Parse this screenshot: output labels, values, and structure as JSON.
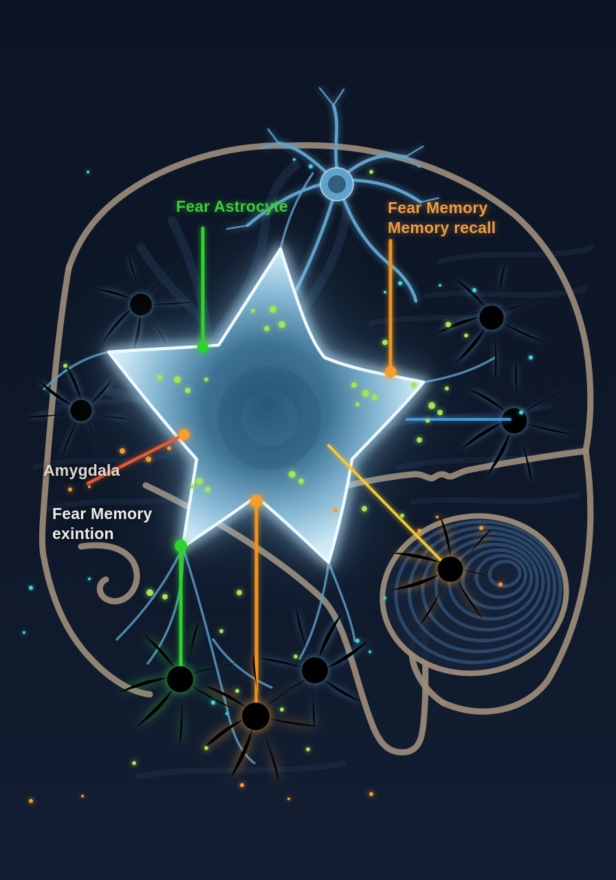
{
  "labels": {
    "fear_astrocyte": {
      "text": "Fear Astrocyte"
    },
    "fear_memory_recall": {
      "line1": "Fear Memory",
      "line2": "Memory recall"
    },
    "amygdala": {
      "text": "Amygdala"
    },
    "fear_memory_extinction": {
      "line1": "Fear Memory",
      "line2": "exintion"
    }
  },
  "colors": {
    "bg_top": "#0c1524",
    "bg_mid": "#0e1829",
    "bg_bottom": "#131e33",
    "branch_silhouette": "#223550",
    "brain_outline": "#9b8c79",
    "cerebellum_rib": "#2c4a6e",
    "cerebellum_fill": "#152238",
    "neuron_blue": "#5ea3cd",
    "neuron_green": "#35c838",
    "neuron_orange": "#e98a1e",
    "leader_green": "#2ed32e",
    "leader_orange": "#ef941f",
    "leader_red": "#e25b33",
    "leader_yellow": "#f2c834",
    "leader_blue": "#3e9ade",
    "dot_green": "#a5e455",
    "dot_cyan": "#3fd9db",
    "dot_orange": "#f59d2e",
    "label_green": "#3ecb3a",
    "label_orange": "#f09c42",
    "label_offwhite": "#ddd8ce",
    "label_white": "#ecebe7",
    "astrocyte_rim": "#eefaff",
    "astrocyte_core": "#275878"
  }
}
